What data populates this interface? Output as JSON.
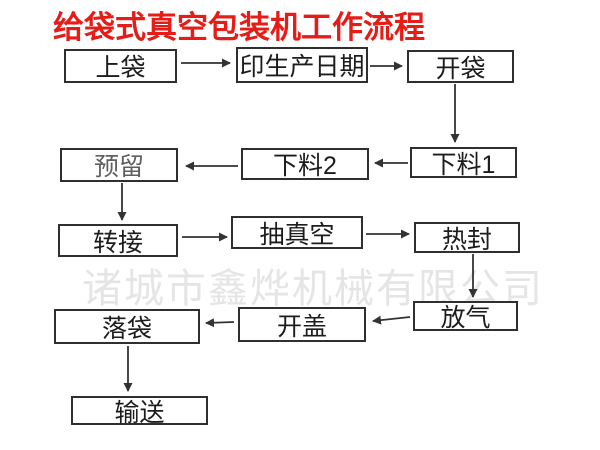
{
  "title": {
    "text": "给袋式真空包装机工作流程"
  },
  "watermark": {
    "text": "诸城市鑫烨机械有限公司"
  },
  "steps": [
    {
      "id": "load-bag",
      "label": "上袋"
    },
    {
      "id": "print-date",
      "label": "印生产日期"
    },
    {
      "id": "open-bag",
      "label": "开袋"
    },
    {
      "id": "feed-1",
      "label": "下料1"
    },
    {
      "id": "feed-2",
      "label": "下料2"
    },
    {
      "id": "reserve",
      "label": "预留"
    },
    {
      "id": "transfer",
      "label": "转接"
    },
    {
      "id": "vacuum",
      "label": "抽真空"
    },
    {
      "id": "heat-seal",
      "label": "热封"
    },
    {
      "id": "air-release",
      "label": "放气"
    },
    {
      "id": "open-lid",
      "label": "开盖"
    },
    {
      "id": "drop-bag",
      "label": "落袋"
    },
    {
      "id": "convey",
      "label": "输送"
    }
  ],
  "connections": [
    {
      "from": "上袋",
      "to": "印生产日期"
    },
    {
      "from": "印生产日期",
      "to": "开袋"
    },
    {
      "from": "开袋",
      "to": "下料1"
    },
    {
      "from": "下料1",
      "to": "下料2"
    },
    {
      "from": "下料2",
      "to": "预留"
    },
    {
      "from": "预留",
      "to": "转接"
    },
    {
      "from": "转接",
      "to": "抽真空"
    },
    {
      "from": "抽真空",
      "to": "热封"
    },
    {
      "from": "热封",
      "to": "放气"
    },
    {
      "from": "放气",
      "to": "开盖"
    },
    {
      "from": "开盖",
      "to": "落袋"
    },
    {
      "from": "落袋",
      "to": "输送"
    }
  ],
  "colors": {
    "accent-red": "#e51c17",
    "border-dark": "#2f2f2f",
    "text-dark": "#1c1c1c",
    "muted-text": "#5f5f5f",
    "watermark": "#e5e5e5",
    "arrow": "#333333"
  }
}
